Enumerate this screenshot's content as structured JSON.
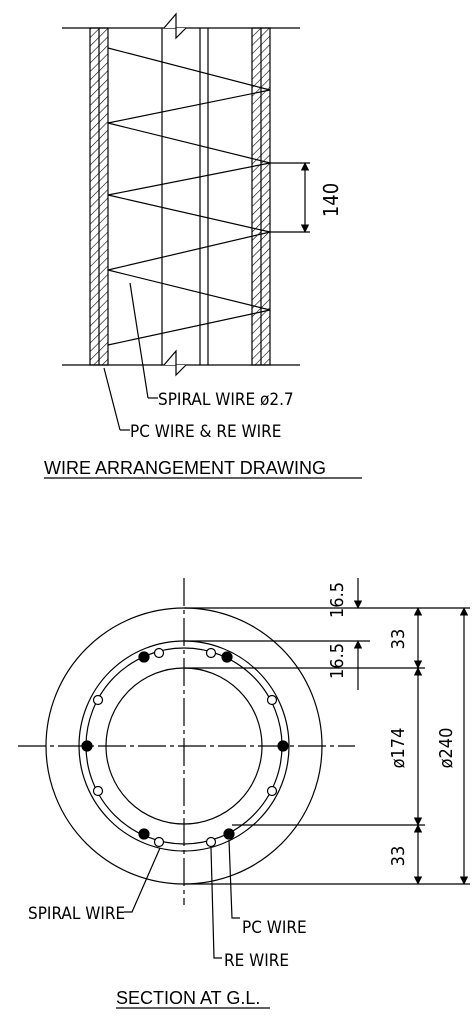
{
  "upper_drawing": {
    "dimension_pitch": "140",
    "label_spiral": "SPIRAL WIRE ø2.7",
    "label_pc_re": "PC WIRE & RE WIRE",
    "title": "WIRE ARRANGEMENT DRAWING"
  },
  "section_drawing": {
    "dim_top_a": "16.5",
    "dim_top_b": "16.5",
    "dim_33_top": "33",
    "dim_inner_dia": "ø174",
    "dim_outer_dia": "ø240",
    "dim_33_bottom": "33",
    "label_spiral": "SPIRAL WIRE",
    "label_pc": "PC WIRE",
    "label_re": "RE WIRE",
    "title": "SECTION AT G.L."
  },
  "colors": {
    "line": "#000000",
    "background": "#ffffff"
  }
}
